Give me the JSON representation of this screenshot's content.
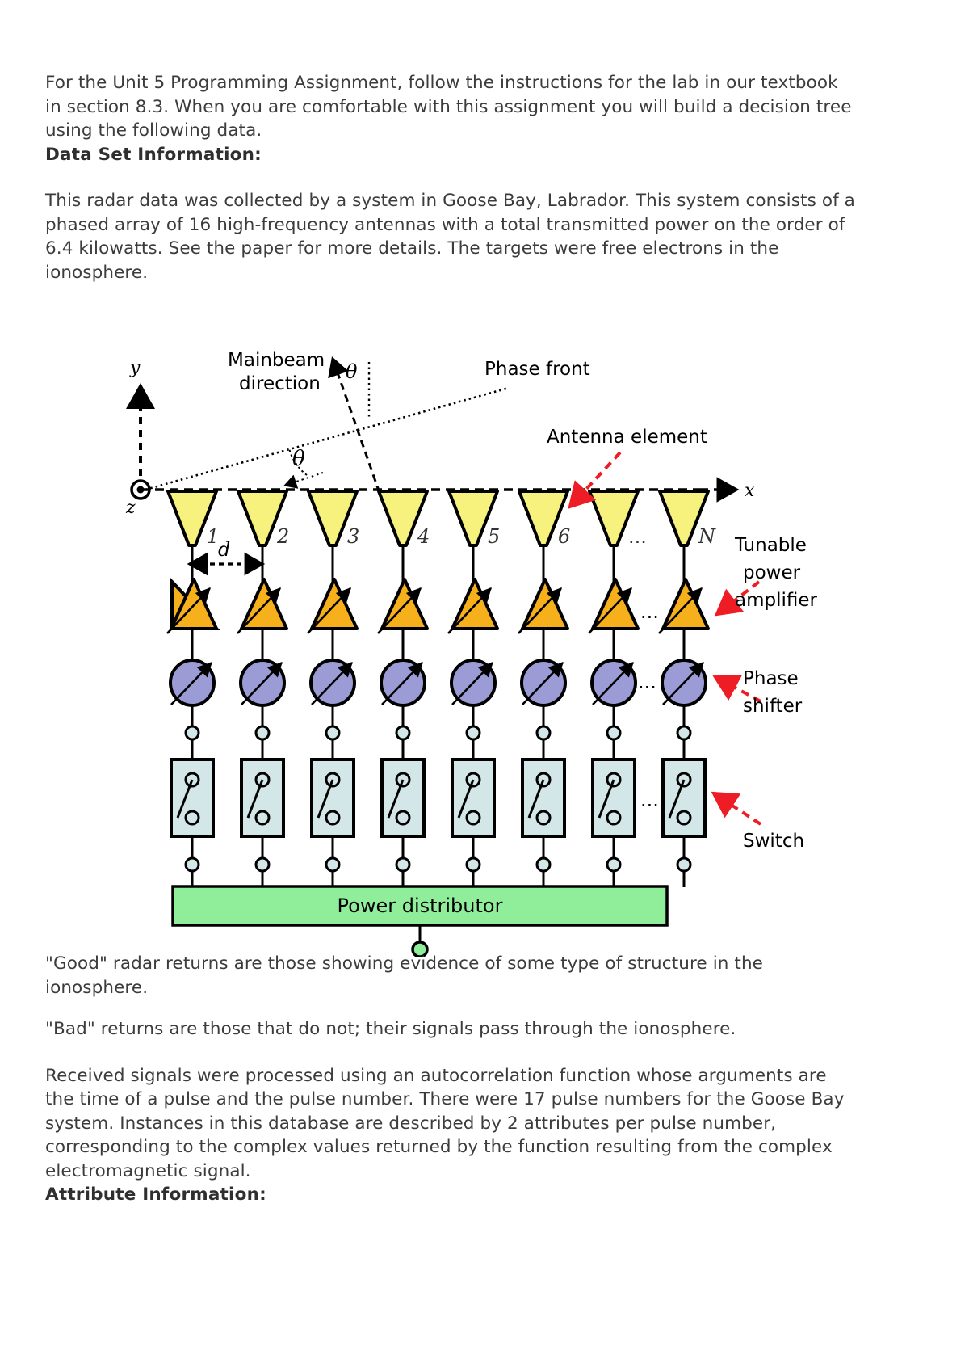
{
  "document": {
    "intro": "For the Unit 5 Programming Assignment, follow the instructions for the lab in our textbook in section 8.3.  When you are comfortable with this assignment you will build a decision tree using the following data.",
    "data_set_heading": "Data Set Information:",
    "data_set_body": "This radar data was collected by a system in Goose Bay, Labrador. This system consists of a phased array of 16 high-frequency antennas with a total transmitted power on the order of 6.4 kilowatts. See the paper for more details. The targets were free electrons in the ionosphere.",
    "good_returns": "\"Good\" radar returns are those showing evidence of some type of structure in the ionosphere.",
    "bad_returns": "\"Bad\" returns are those that do not; their signals pass through the ionosphere.",
    "received_signals": "Received signals were processed using an autocorrelation function whose arguments are the time of a pulse and the pulse number. There were 17 pulse numbers for the Goose Bay system. Instances in this database are described by 2 attributes per pulse number, corresponding to the complex values returned by the function resulting from the complex electromagnetic signal.",
    "attribute_heading": "Attribute Information:"
  },
  "figure": {
    "labels": {
      "mainbeam_line1": "Mainbeam",
      "mainbeam_line2": "direction",
      "phase_front": "Phase front",
      "antenna_element": "Antenna element",
      "tunable_1": "Tunable",
      "tunable_2": "power",
      "tunable_3": "amplifier",
      "phase_shifter_1": "Phase",
      "phase_shifter_2": "shifter",
      "switch": "Switch",
      "power_distributor": "Power distributor",
      "axis_x": "x",
      "axis_y": "y",
      "axis_z": "z",
      "theta_top": "θ",
      "theta_bottom": "θ",
      "spacing": "d",
      "ellipsis": "...",
      "element_last": "N"
    },
    "element_numbers": [
      "1",
      "2",
      "3",
      "4",
      "5",
      "6"
    ],
    "colors": {
      "antenna": "#f7f27e",
      "amplifier": "#f5b01c",
      "phase_shifter": "#9b9bd6",
      "switch": "#d3e7e8",
      "distributor": "#90ee9b",
      "arrow_red": "#ee1c24",
      "outline": "#000000"
    }
  }
}
